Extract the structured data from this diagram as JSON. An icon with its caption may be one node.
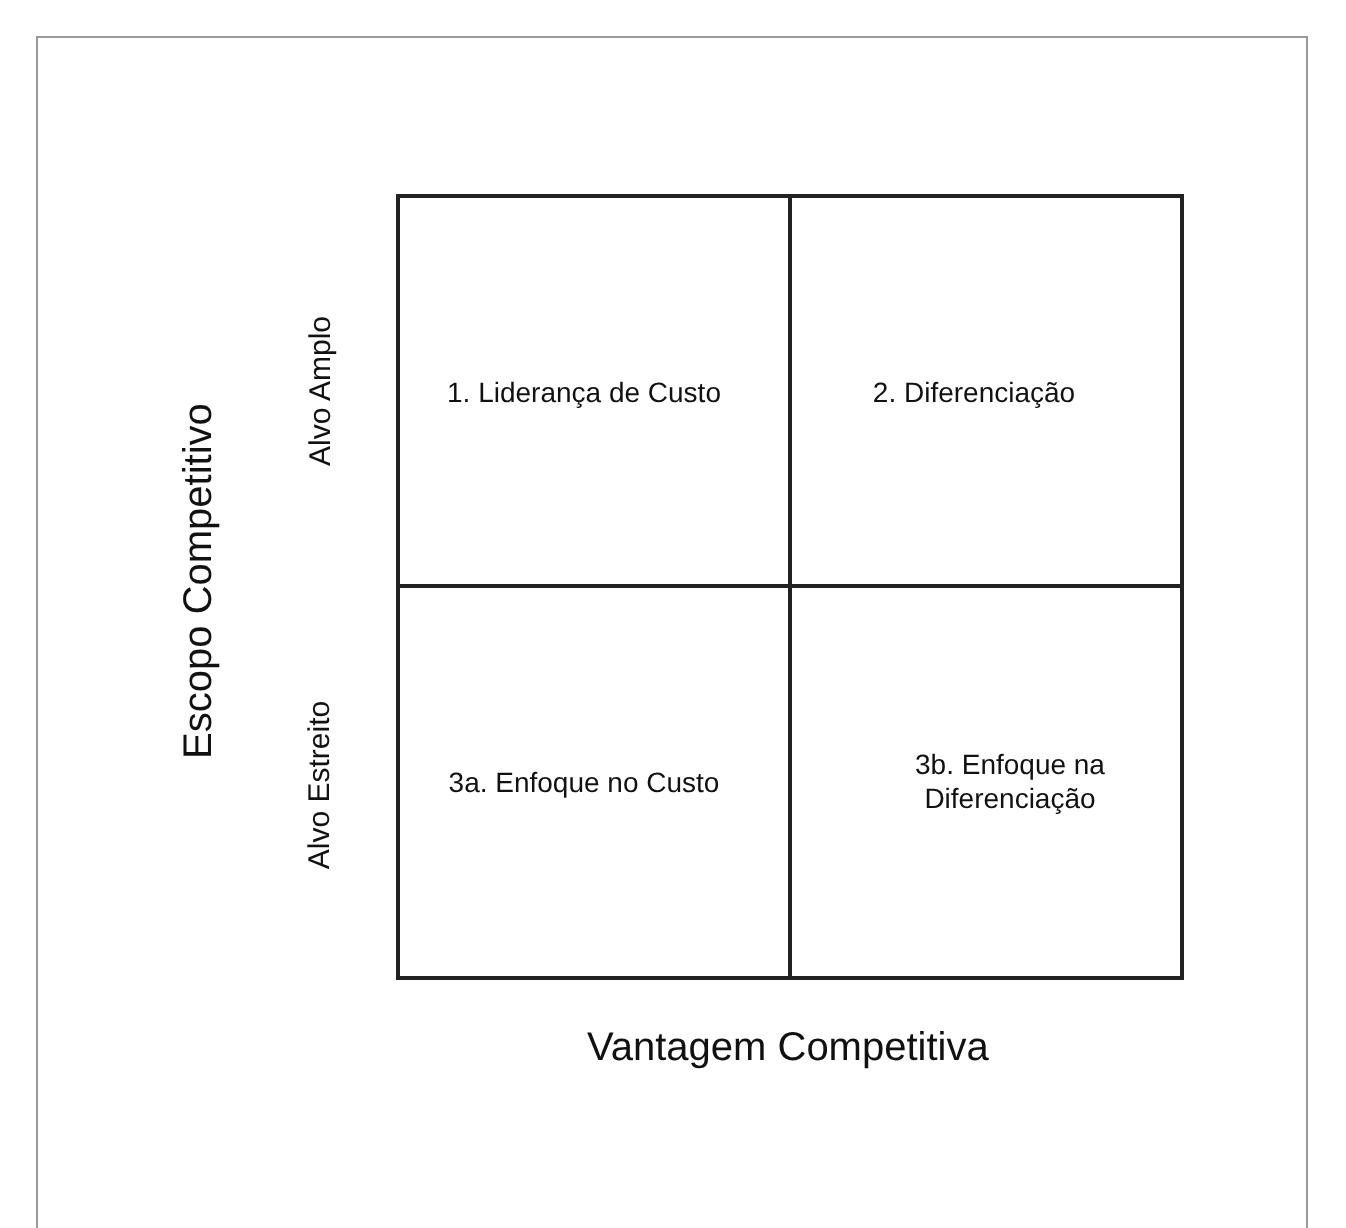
{
  "diagram": {
    "nodes": [
      {
        "text": [
          "1. Liderança de Custo"
        ]
      },
      {
        "text": [
          "2. Diferenciação"
        ]
      },
      {
        "text": [
          "3a. Enfoque no Custo"
        ]
      },
      {
        "text": [
          "3b. Enfoque na Diferenciação"
        ]
      }
    ],
    "labels": [
      "Escopo Competitivo",
      "Alvo Amplo",
      "Alvo Estreito",
      "Vantagem Competitiva"
    ]
  }
}
